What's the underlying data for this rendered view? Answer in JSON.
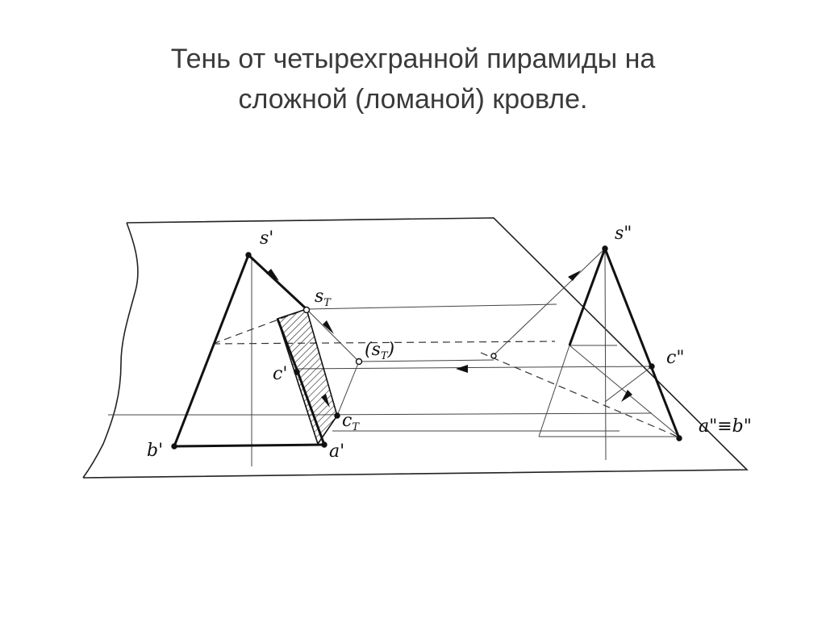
{
  "title": {
    "line1": "Тень от четырехгранной пирамиды на",
    "line2": "сложной (ломаной) кровле."
  },
  "labels": {
    "s_front": "s'",
    "s_t": "s",
    "s_t_sub": "T",
    "s_t_paren": "(s",
    "s_t_paren_sub": "T",
    "s_t_paren_close": ")",
    "c_front": "c'",
    "c_t": "c",
    "c_t_sub": "T",
    "b_front": "b'",
    "a_front": "a'",
    "s_side": "s\"",
    "c_side": "c\"",
    "ab_side": "a\"≡b\""
  },
  "colors": {
    "ink": "#111111",
    "thin": "#444444",
    "title": "#3a3a3a"
  }
}
